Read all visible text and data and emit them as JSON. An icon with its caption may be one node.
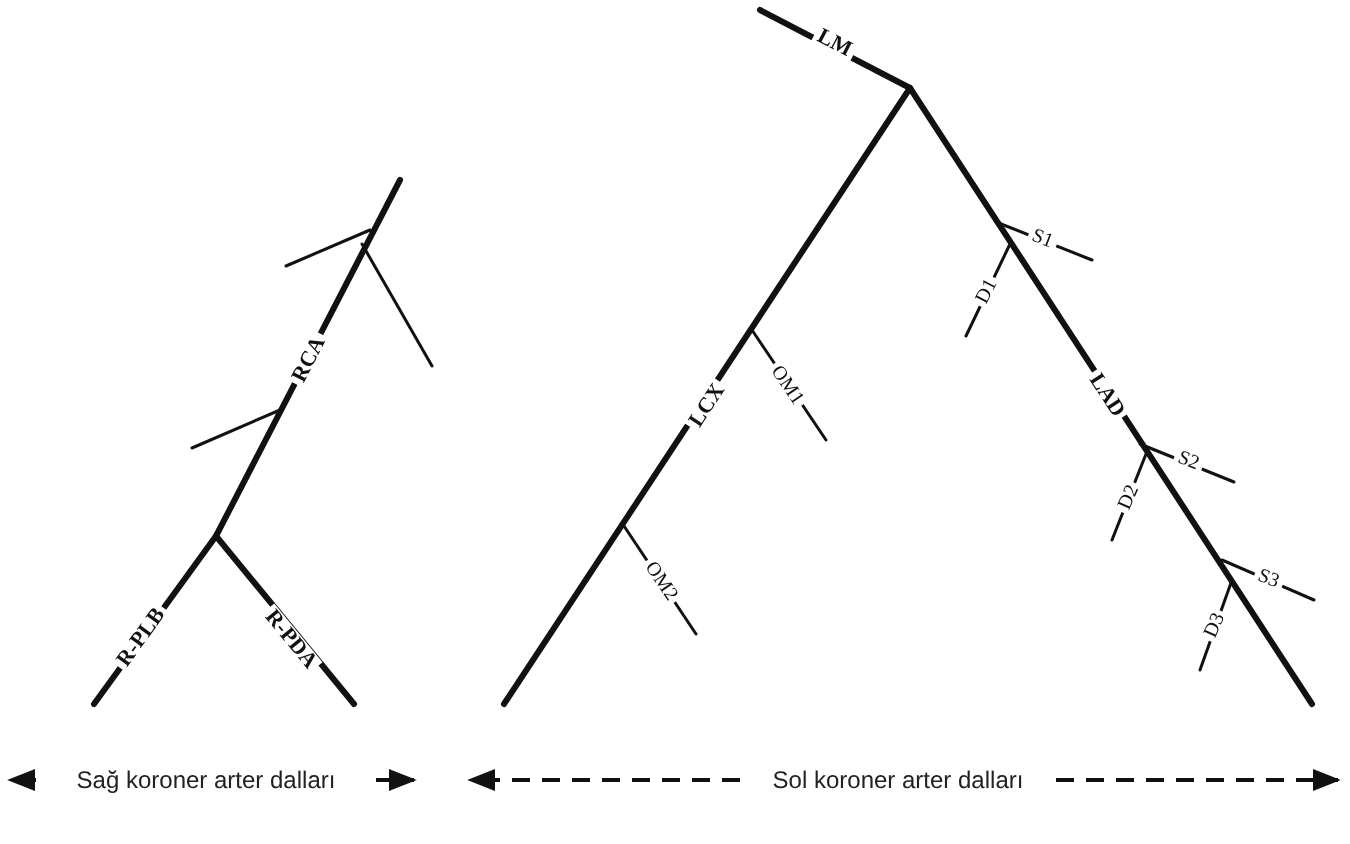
{
  "diagram": {
    "labels": [
      "LM",
      "S1",
      "RCA",
      "D1",
      "LCX",
      "OM1",
      "LAD",
      "S2",
      "D2",
      "S3",
      "R-PLB",
      "R-PDA",
      "OM2",
      "D3",
      "Sağ koroner arter dalları",
      "Sol koroner arter dalları"
    ]
  }
}
